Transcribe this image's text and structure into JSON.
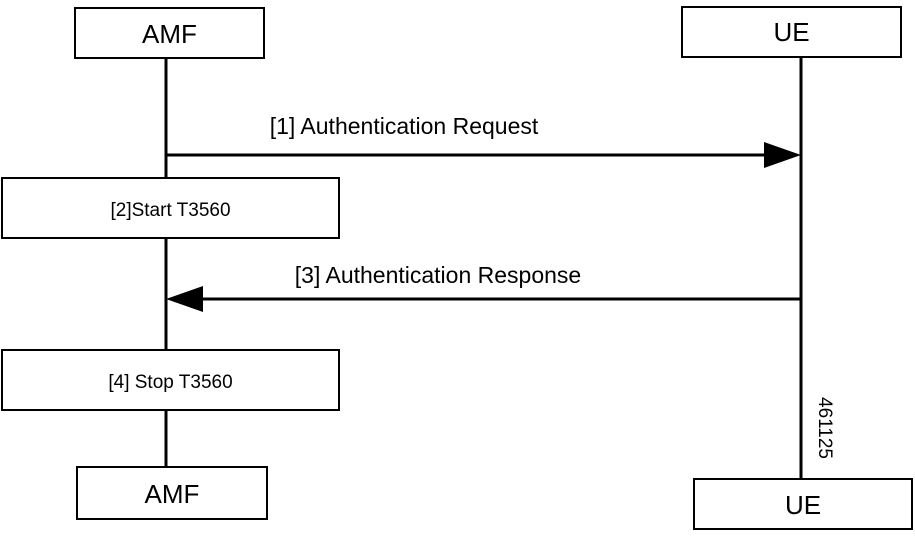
{
  "participants": {
    "amf": {
      "label": "AMF"
    },
    "ue": {
      "label": "UE"
    }
  },
  "messages": [
    {
      "label": "[1] Authentication Request",
      "from": "AMF",
      "to": "UE"
    },
    {
      "label": "[3] Authentication Response",
      "from": "UE",
      "to": "AMF"
    }
  ],
  "steps": [
    {
      "label": "[2]Start T3560"
    },
    {
      "label": "[4] Stop T3560"
    }
  ],
  "figure_id": "461125"
}
